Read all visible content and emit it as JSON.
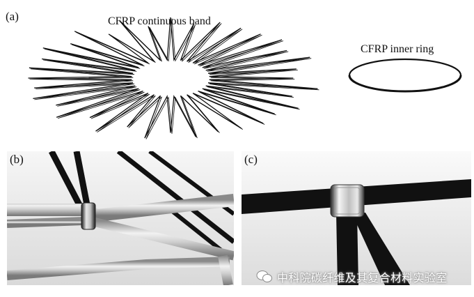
{
  "panels": {
    "a": {
      "tag": "(a)",
      "band_label": "CFRP continuous band",
      "ring_label": "CFRP inner ring"
    },
    "b": {
      "tag": "(b)"
    },
    "c": {
      "tag": "(c)"
    }
  },
  "watermark": {
    "text": "中科院碳纤维及其复合材料实验室",
    "icon": "wechat-icon"
  },
  "colors": {
    "band": "#111111",
    "ring": "#111111",
    "tube": "#c8c8c8",
    "background": "#ffffff"
  }
}
